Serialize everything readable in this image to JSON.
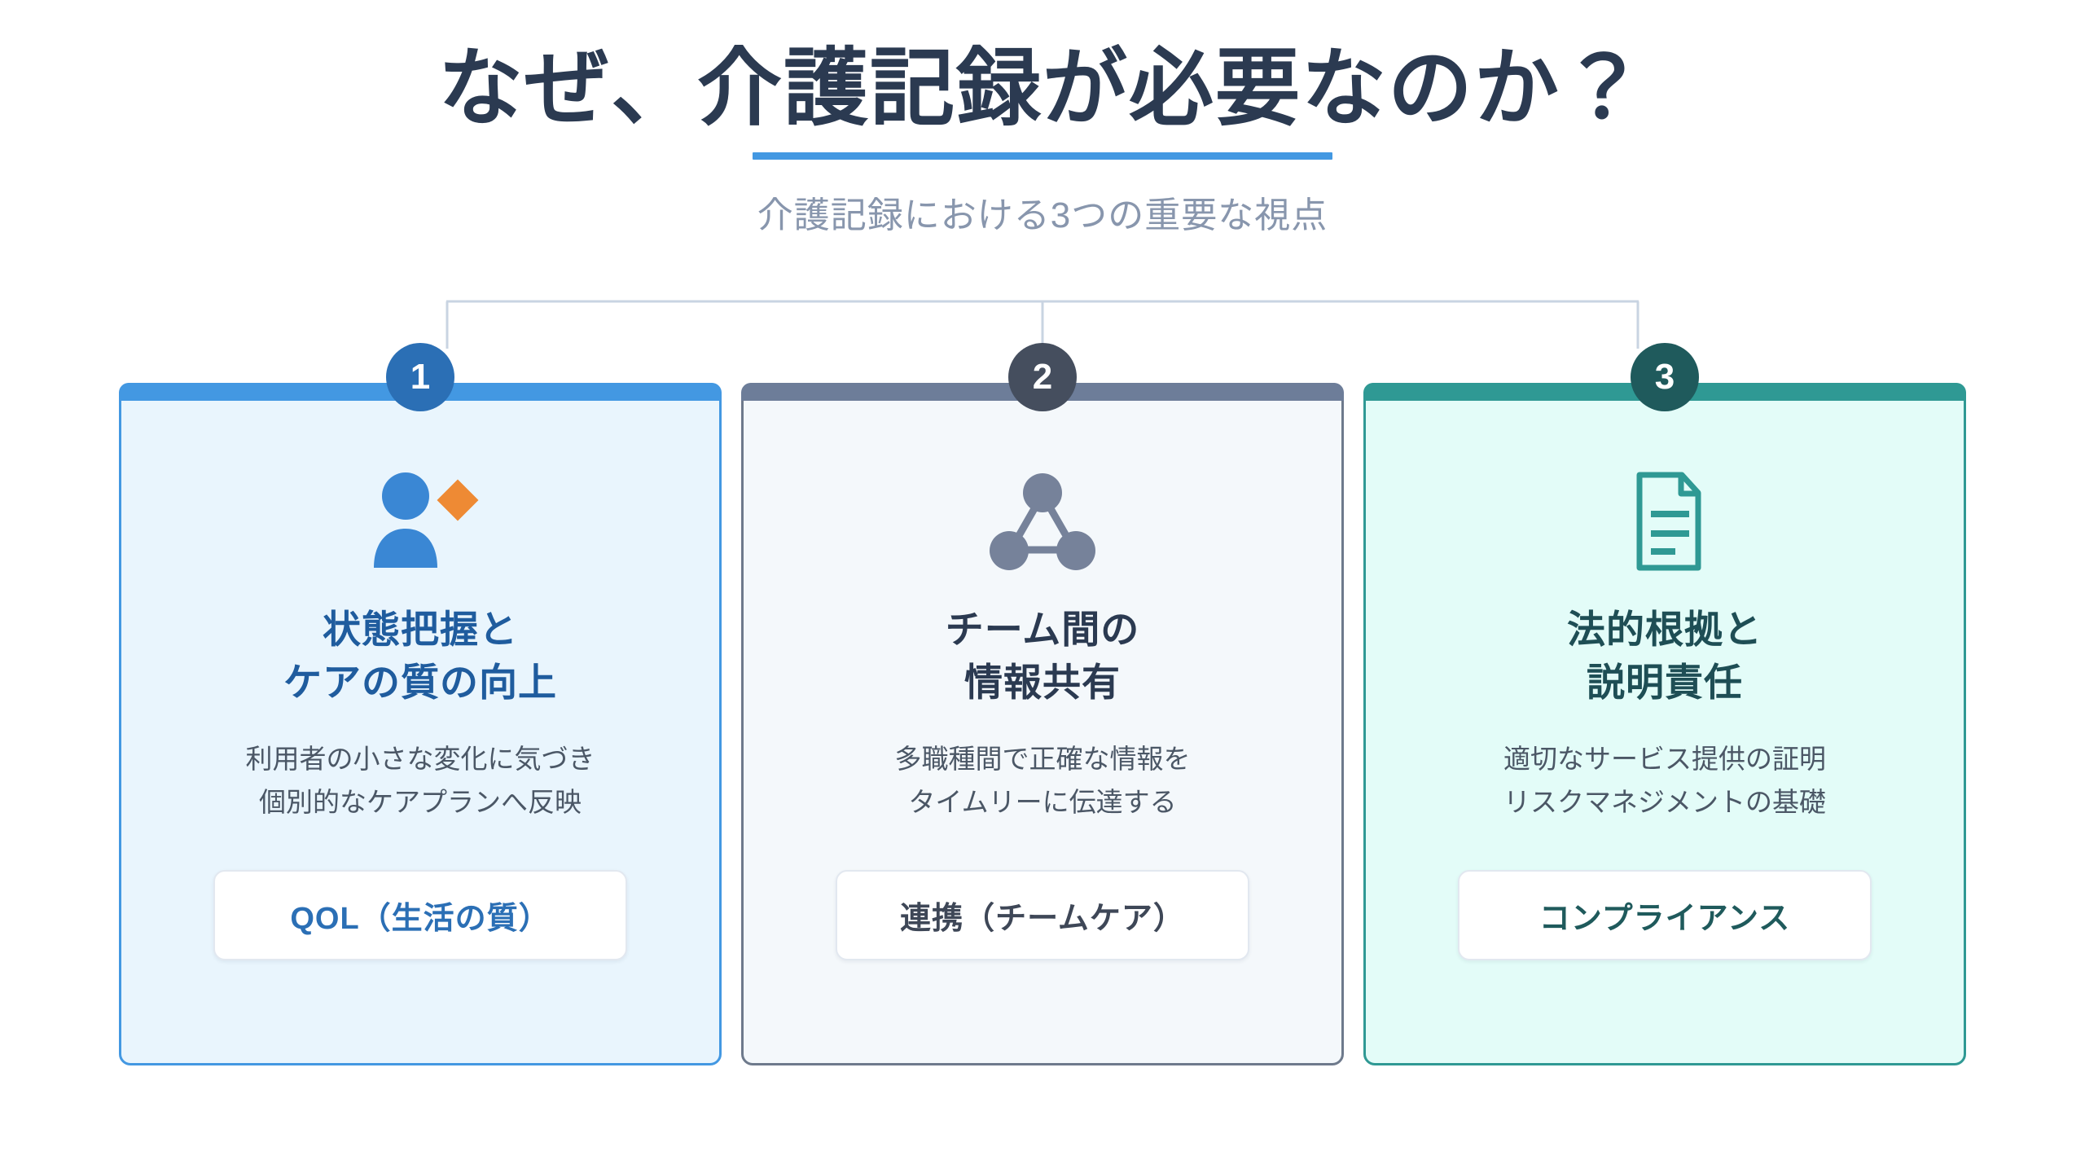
{
  "header": {
    "title": "なぜ、介護記録が必要なのか？",
    "subtitle": "介護記録における3つの重要な視点",
    "rule_color": "#4398E2",
    "title_color": "#2B3A51",
    "subtitle_color": "#8896AD"
  },
  "connector": {
    "line_color": "#C9D4E2"
  },
  "cards": [
    {
      "number": "1",
      "icon": "person-with-diamond-icon",
      "title_line1": "状態把握と",
      "title_line2": "ケアの質の向上",
      "body_line1": "利用者の小さな変化に気づき",
      "body_line2": "個別的なケアプランへ反映",
      "chip": "QOL（生活の質）",
      "accent": "#4398E2",
      "badge_color": "#2B6FB5",
      "bg": "#E9F5FD",
      "icon_color": "#3A87D4",
      "icon_accent": "#EE8A34"
    },
    {
      "number": "2",
      "icon": "network-triangle-icon",
      "title_line1": "チーム間の",
      "title_line2": "情報共有",
      "body_line1": "多職種間で正確な情報を",
      "body_line2": "タイムリーに伝達する",
      "chip": "連携（チームケア）",
      "accent": "#6D7D99",
      "badge_color": "#454E5E",
      "bg": "#F4F8FB",
      "icon_color": "#76829A",
      "icon_accent": "#76829A"
    },
    {
      "number": "3",
      "icon": "document-lines-icon",
      "title_line1": "法的根拠と",
      "title_line2": "説明責任",
      "body_line1": "適切なサービス提供の証明",
      "body_line2": "リスクマネジメントの基礎",
      "chip": "コンプライアンス",
      "accent": "#2F9994",
      "badge_color": "#1F5A5C",
      "bg": "#E3FCF8",
      "icon_color": "#2F9994",
      "icon_accent": "#2F9994"
    }
  ]
}
